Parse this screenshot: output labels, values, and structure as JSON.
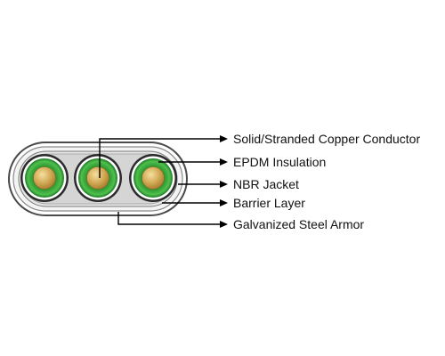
{
  "diagram": {
    "title": "",
    "labels": [
      {
        "id": "conductor",
        "text": "Solid/Stranded Copper Conductor"
      },
      {
        "id": "insulation",
        "text": "EPDM Insulation"
      },
      {
        "id": "jacket",
        "text": "NBR Jacket"
      },
      {
        "id": "barrier",
        "text": "Barrier Layer"
      },
      {
        "id": "armor",
        "text": "Galvanized Steel Armor"
      }
    ],
    "colors": {
      "armor_outline": "#555555",
      "barrier_layer": "#bdbdbd",
      "inner_fill": "#f2f2f2",
      "jacket": "#2a2a2a",
      "insulation": "#1f8a2a",
      "insulation_highlight": "#4fc04d",
      "conductor": "#c9a24a",
      "conductor_highlight": "#f3d58a",
      "leader_line": "#000000",
      "text": "#111111"
    }
  }
}
